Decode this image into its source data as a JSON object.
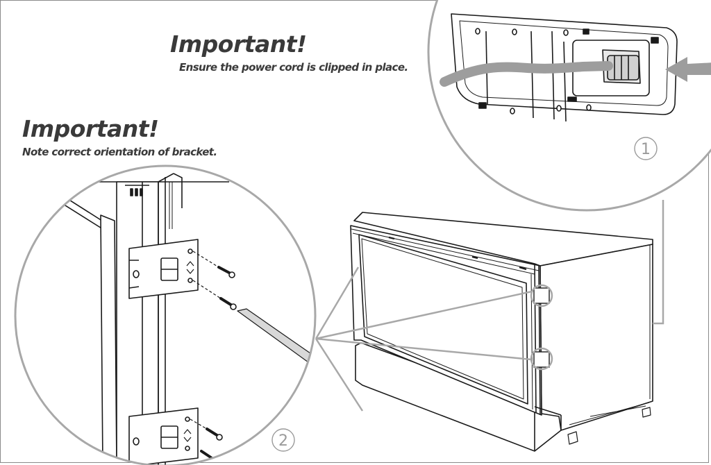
{
  "notes": [
    {
      "title": "Important!",
      "text": "Ensure the power cord is clipped in place."
    },
    {
      "title": "Important!",
      "text": "Note correct orientation of bracket."
    }
  ],
  "steps": [
    {
      "number": "1"
    },
    {
      "number": "2"
    }
  ],
  "colors": {
    "line": "#1a1a1a",
    "callout": "#a8a8a8",
    "text": "#3a3a3a",
    "arrow": "#9d9d9d"
  }
}
